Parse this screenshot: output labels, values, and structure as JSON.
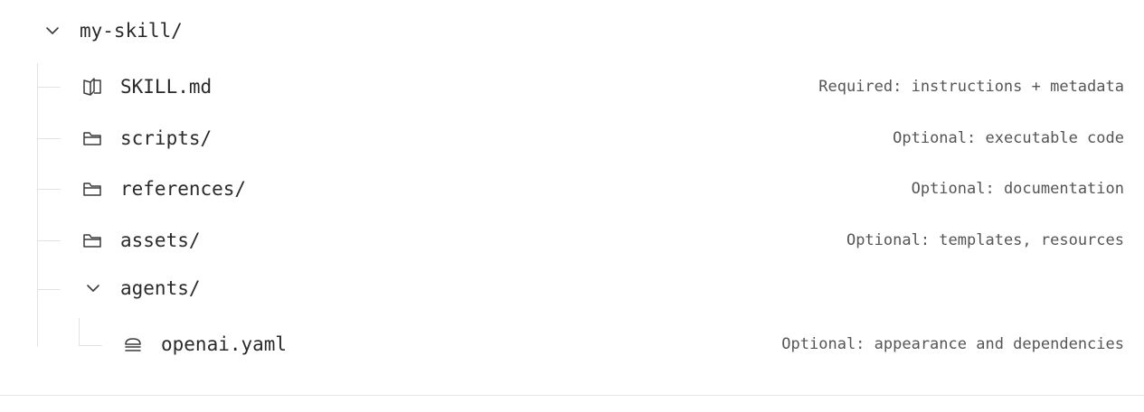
{
  "tree": {
    "root": {
      "name": "my-skill/",
      "expanded": true,
      "icon": "chevron-down-icon"
    },
    "children": [
      {
        "name": "SKILL.md",
        "icon": "book-open-icon",
        "description": "Required: instructions + metadata"
      },
      {
        "name": "scripts/",
        "icon": "folder-icon",
        "description": "Optional: executable code"
      },
      {
        "name": "references/",
        "icon": "folder-icon",
        "description": "Optional: documentation"
      },
      {
        "name": "assets/",
        "icon": "folder-icon",
        "description": "Optional: templates, resources"
      },
      {
        "name": "agents/",
        "icon": "chevron-down-icon",
        "expanded": true,
        "children": [
          {
            "name": "openai.yaml",
            "icon": "stack-icon",
            "description": "Optional: appearance and dependencies"
          }
        ]
      }
    ]
  },
  "colors": {
    "text": "#2a2a2a",
    "muted_text": "#555555",
    "guide_line": "#e2e2e2",
    "icon_stroke": "#3a3a3a"
  }
}
